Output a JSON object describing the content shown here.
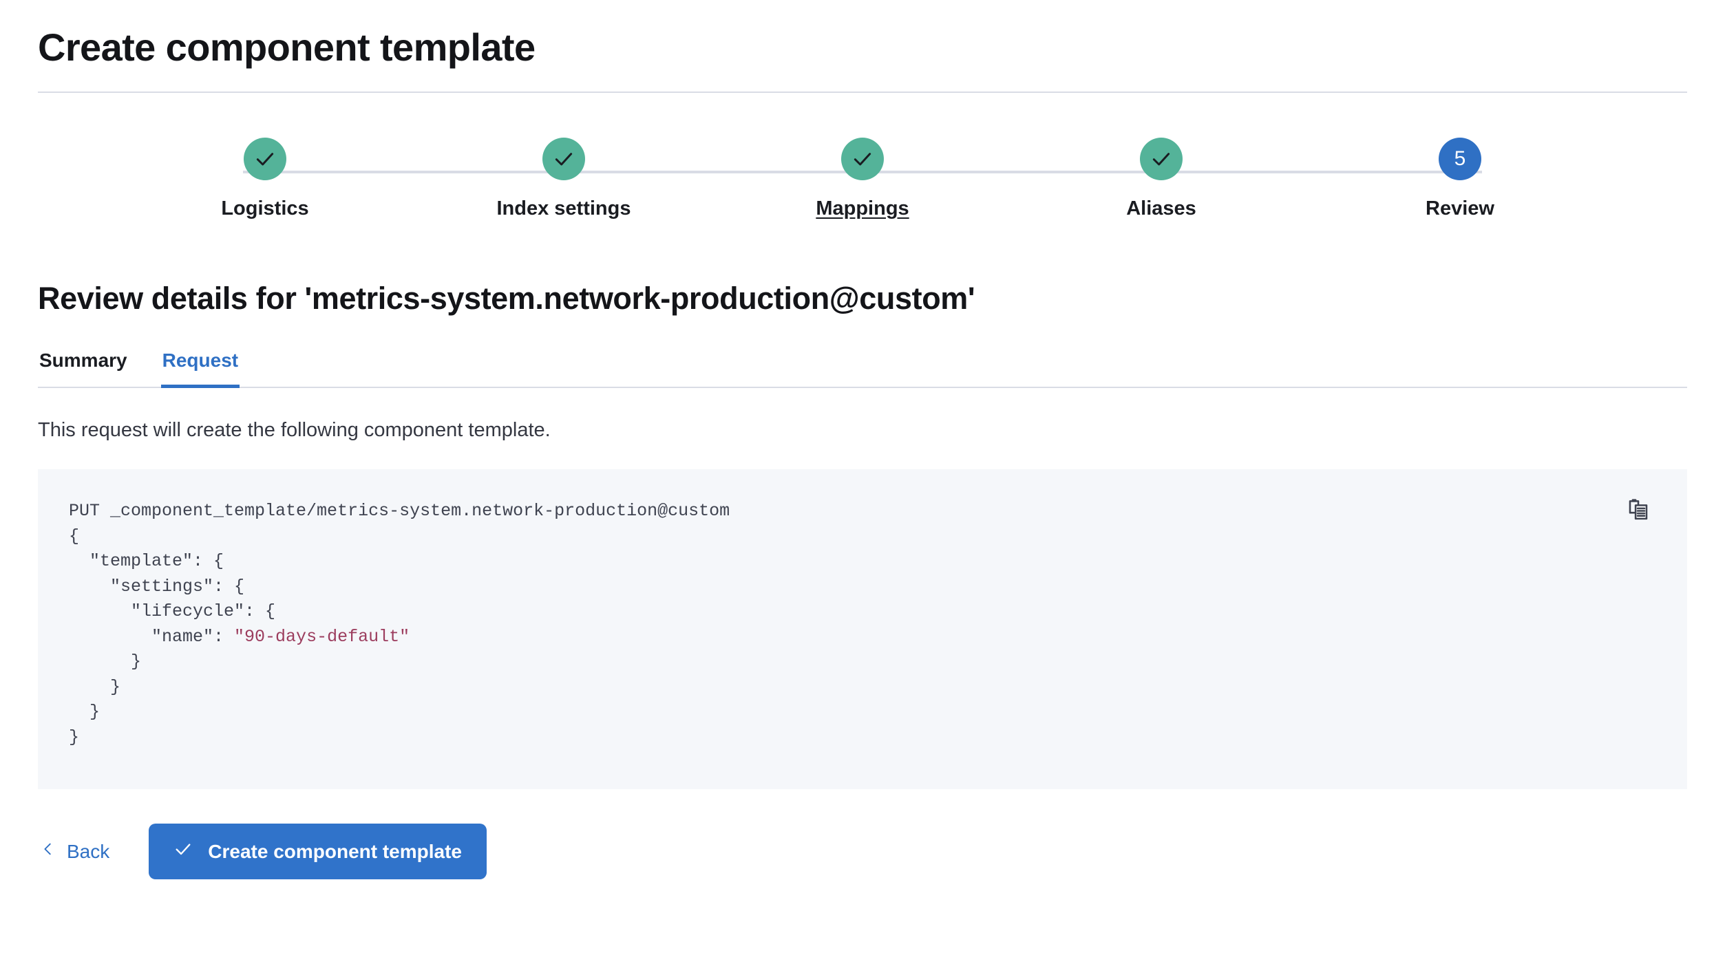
{
  "header": {
    "title": "Create component template"
  },
  "stepper": {
    "steps": [
      {
        "label": "Logistics",
        "state": "done",
        "icon": "check-icon"
      },
      {
        "label": "Index settings",
        "state": "done",
        "icon": "check-icon"
      },
      {
        "label": "Mappings",
        "state": "done",
        "icon": "check-icon",
        "hovered": true
      },
      {
        "label": "Aliases",
        "state": "done",
        "icon": "check-icon"
      },
      {
        "label": "Review",
        "state": "current",
        "number": "5"
      }
    ],
    "colors": {
      "done": "#54b399",
      "current": "#2f70c4",
      "line": "#d9dce5"
    }
  },
  "review": {
    "heading": "Review details for 'metrics-system.network-production@custom'",
    "tabs": [
      {
        "label": "Summary",
        "active": false
      },
      {
        "label": "Request",
        "active": true
      }
    ],
    "description": "This request will create the following component template.",
    "accent_color": "#2f70c4"
  },
  "code": {
    "method_line": "PUT _component_template/metrics-system.network-production@custom",
    "line_2": "{",
    "line_3": "  \"template\": {",
    "line_4": "    \"settings\": {",
    "line_5": "      \"lifecycle\": {",
    "line_6_key": "        \"name\": ",
    "line_6_value": "\"90-days-default\"",
    "line_7": "      }",
    "line_8": "    }",
    "line_9": "  }",
    "line_10": "}",
    "string_color": "#9c3d5e",
    "background": "#f5f7fa",
    "copy_icon": "copy-clipboard-icon"
  },
  "footer": {
    "back_label": "Back",
    "submit_label": "Create component template",
    "submit_color": "#3073ca"
  }
}
